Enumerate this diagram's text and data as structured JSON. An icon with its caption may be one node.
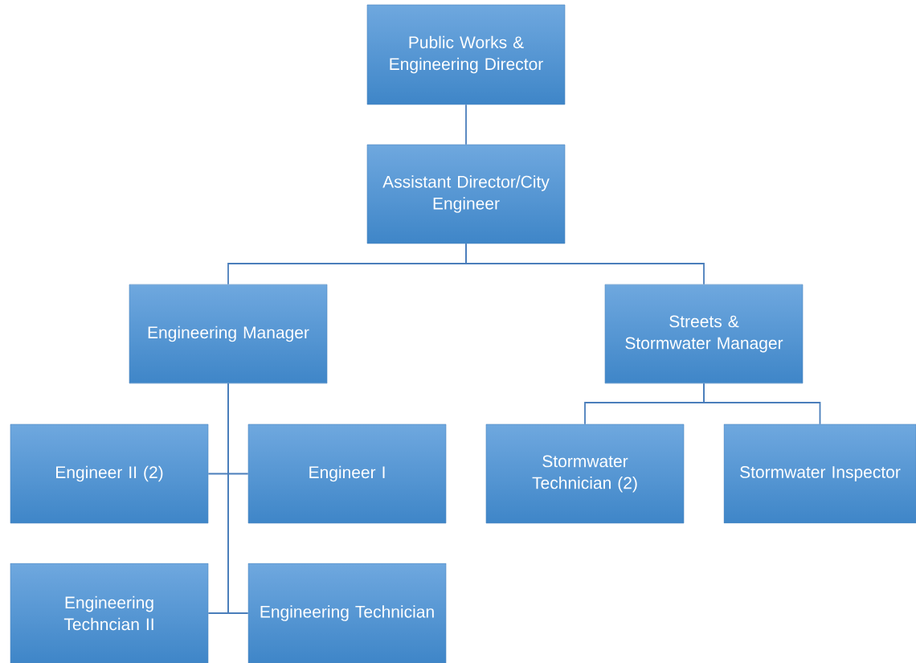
{
  "diagram": {
    "nodes": [
      {
        "text": [
          "Public Works & Engineering Director"
        ]
      },
      {
        "text": [
          "Assistant Director/City Engineer"
        ]
      },
      {
        "text": [
          "Engineering Manager"
        ]
      },
      {
        "text": [
          "Streets & Stormwater Manager"
        ]
      },
      {
        "text": [
          "Engineer II (2)"
        ]
      },
      {
        "text": [
          "Engineer I"
        ]
      },
      {
        "text": [
          "Engineering Techncian II"
        ]
      },
      {
        "text": [
          "Engineering Technician"
        ]
      },
      {
        "text": [
          "Stormwater Technician (2)"
        ]
      },
      {
        "text": [
          "Stormwater Inspector"
        ]
      }
    ],
    "edges": [
      {
        "from": 0,
        "to": 1,
        "arrow": "none"
      },
      {
        "from": 1,
        "to": 2,
        "arrow": "none"
      },
      {
        "from": 1,
        "to": 3,
        "arrow": "none"
      },
      {
        "from": 2,
        "to": 4,
        "arrow": "none"
      },
      {
        "from": 2,
        "to": 5,
        "arrow": "none"
      },
      {
        "from": 2,
        "to": 6,
        "arrow": "none"
      },
      {
        "from": 2,
        "to": 7,
        "arrow": "none"
      },
      {
        "from": 3,
        "to": 8,
        "arrow": "none"
      },
      {
        "from": 3,
        "to": 9,
        "arrow": "none"
      }
    ]
  }
}
